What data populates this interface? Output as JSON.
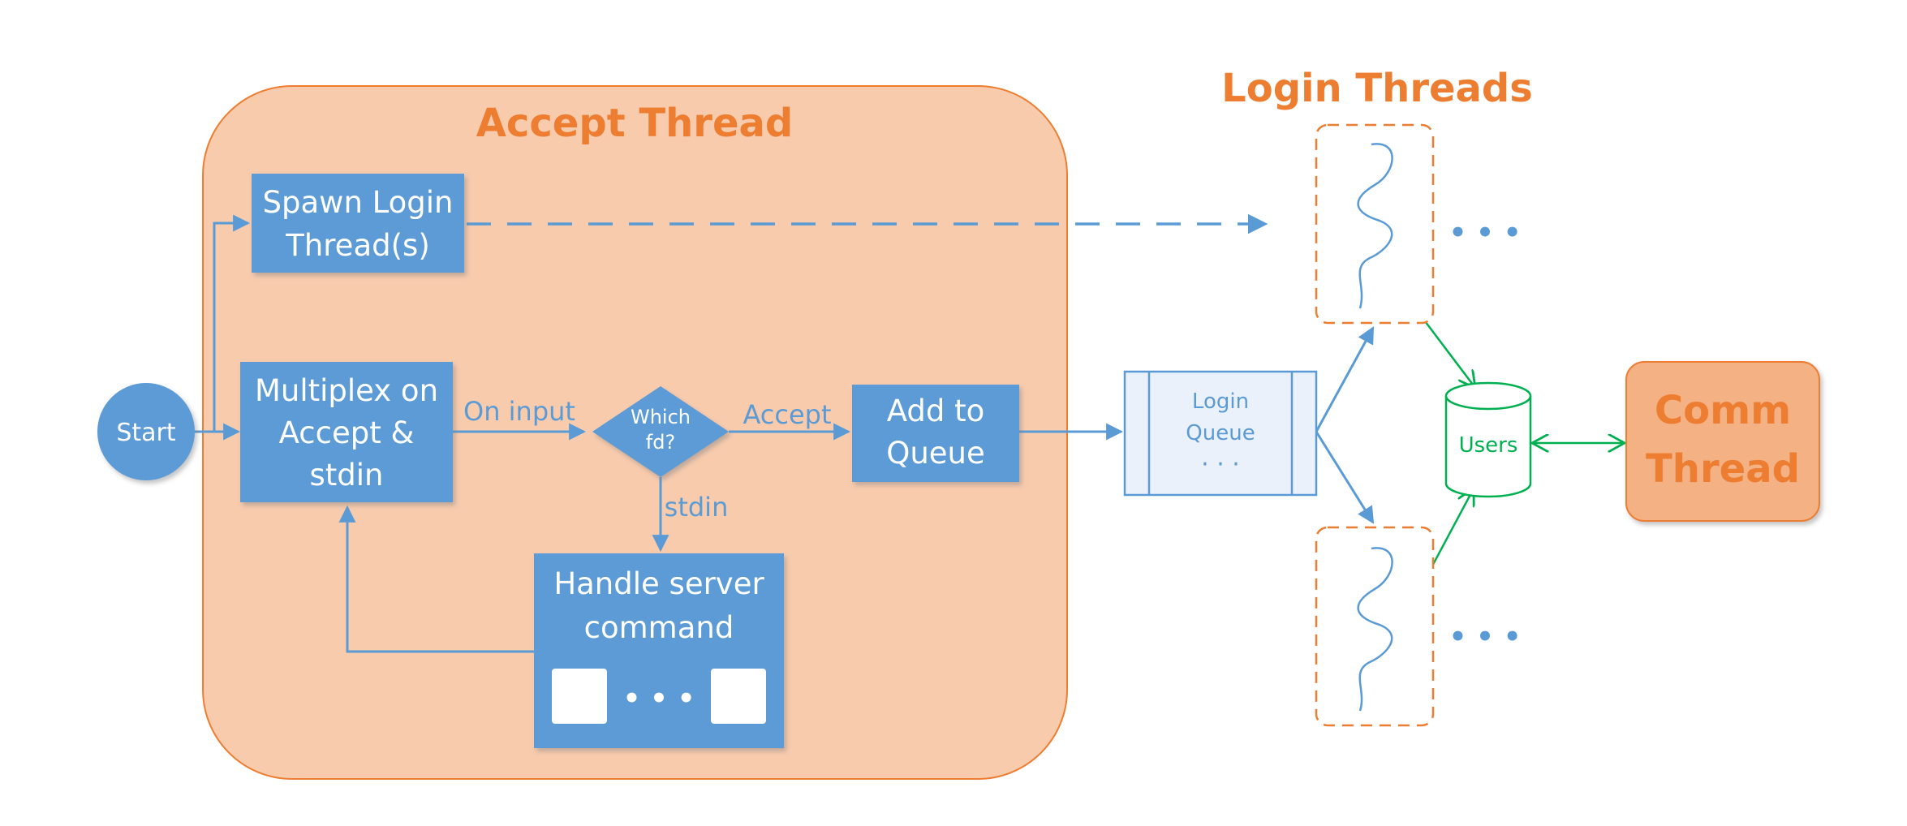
{
  "accept_thread": {
    "title": "Accept Thread"
  },
  "login_threads": {
    "title": "Login Threads",
    "ellipsis_top": "• • •",
    "ellipsis_bottom": "• • •"
  },
  "nodes": {
    "start": "Start",
    "spawn_line1": "Spawn Login",
    "spawn_line2": "Thread(s)",
    "multiplex_line1": "Multiplex on",
    "multiplex_line2": "Accept &",
    "multiplex_line3": "stdin",
    "which_line1": "Which",
    "which_line2": "fd?",
    "add_line1": "Add to",
    "add_line2": "Queue",
    "handle_line1": "Handle server",
    "handle_line2": "command",
    "handle_dots": "• • •",
    "queue_line1": "Login",
    "queue_line2": "Queue",
    "queue_dots": "· · ·",
    "users": "Users",
    "comm_line1": "Comm",
    "comm_line2": "Thread"
  },
  "edges": {
    "on_input": "On input",
    "accept": "Accept",
    "stdin": "stdin"
  },
  "colors": {
    "accent_orange": "#ed7d31",
    "container_fill": "#f8cbad",
    "box_blue": "#5b9bd5",
    "queue_fill": "#ebf1fa",
    "db_green": "#00b050",
    "comm_fill": "#f4b183"
  }
}
